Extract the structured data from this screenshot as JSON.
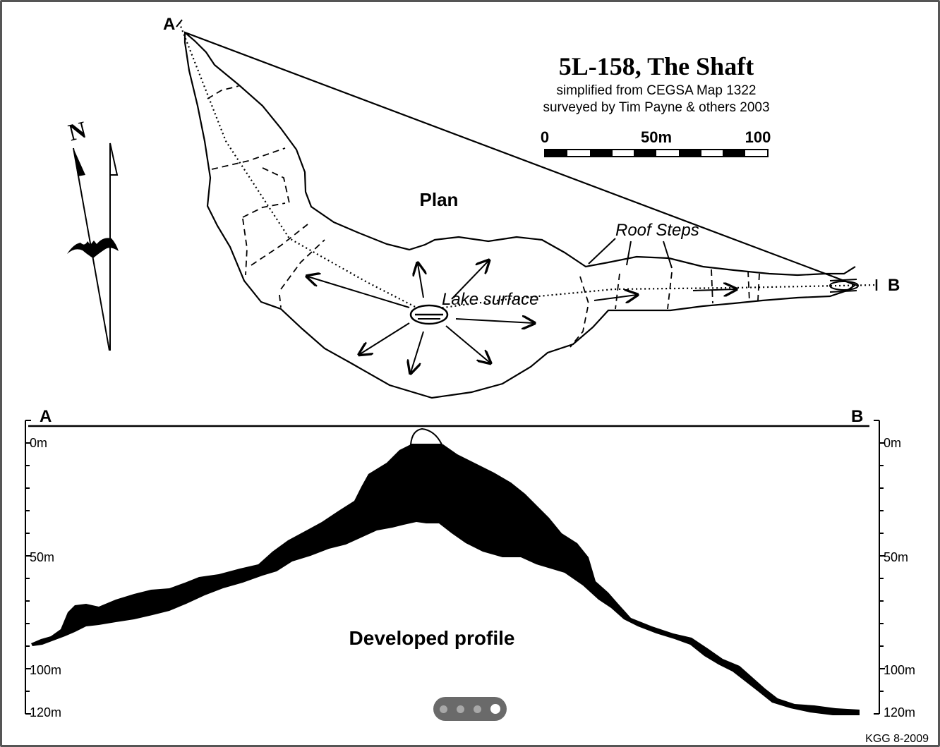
{
  "map": {
    "title": "5L-158, The Shaft",
    "subtitle_1": "simplified from CEGSA Map 1322",
    "subtitle_2": "surveyed by Tim Payne & others 2003",
    "scale_bar": {
      "labels": [
        "0",
        "50m",
        "100"
      ]
    },
    "north_label": "N",
    "plan_label": "Plan",
    "lake_label": "Lake surface",
    "roof_steps_label": "Roof Steps",
    "section_start": "A",
    "section_end": "B",
    "profile_label": "Developed profile",
    "depth_labels_left": [
      "0m",
      "50m",
      "100m",
      "120m"
    ],
    "depth_labels_right": [
      "0m",
      "50m",
      "100m",
      "120m"
    ],
    "credit": "KGG 8-2009",
    "colors": {
      "ink": "#000000",
      "frame": "#555555",
      "background": "#ffffff"
    }
  },
  "carousel": {
    "count": 4,
    "active_index": 3
  }
}
